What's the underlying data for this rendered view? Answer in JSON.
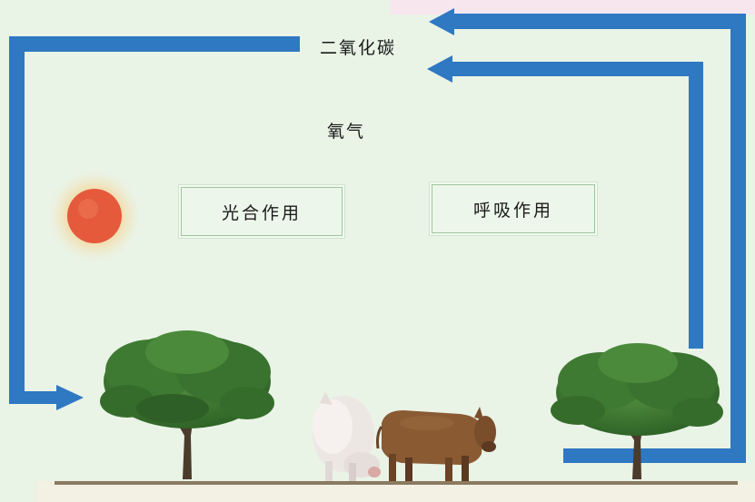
{
  "labels": {
    "carbon_dioxide": "二氧化碳",
    "oxygen": "氧气",
    "photosynthesis": "光合作用",
    "respiration": "呼吸作用"
  },
  "colors": {
    "arrow": "#2f78c2",
    "background": "#e9f3e6",
    "sun": "#e45a3a",
    "tree": "#3f7a33",
    "ground": "#8a7a60"
  },
  "icons": [
    "sun-icon",
    "tree-icon",
    "pig-icon",
    "cow-icon"
  ]
}
